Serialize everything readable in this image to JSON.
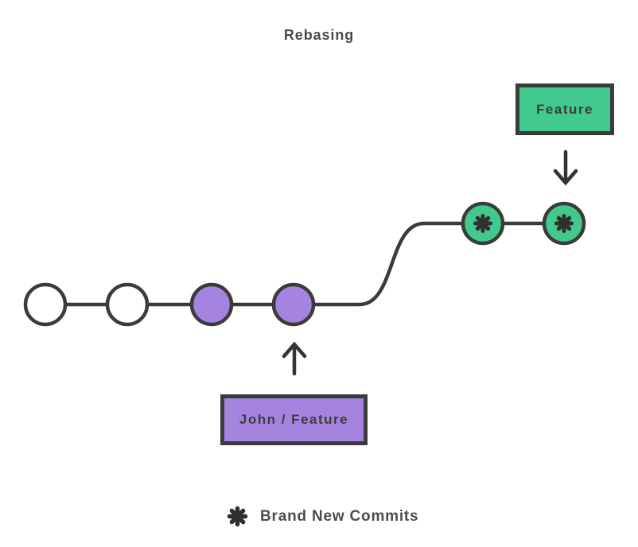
{
  "title": "Rebasing",
  "colors": {
    "commit_green": "#42c98d",
    "commit_purple": "#a584e0",
    "outline_dark": "#3b3b3b",
    "text_gray": "#4a4a4a",
    "background": "#ffffff"
  },
  "branch_labels": {
    "feature": "Feature",
    "john_feature": "John / Feature"
  },
  "legend": {
    "icon": "new-commit-asterisk-icon",
    "label": "Brand New Commits"
  },
  "diagram": {
    "type": "git-commit-graph",
    "main_branch_commits": [
      {
        "fill": "white"
      },
      {
        "fill": "white"
      },
      {
        "fill": "purple"
      },
      {
        "fill": "purple"
      }
    ],
    "rebased_feature_commits": [
      {
        "fill": "green",
        "mark": "brand-new-commit-asterisk"
      },
      {
        "fill": "green",
        "mark": "brand-new-commit-asterisk"
      }
    ]
  }
}
